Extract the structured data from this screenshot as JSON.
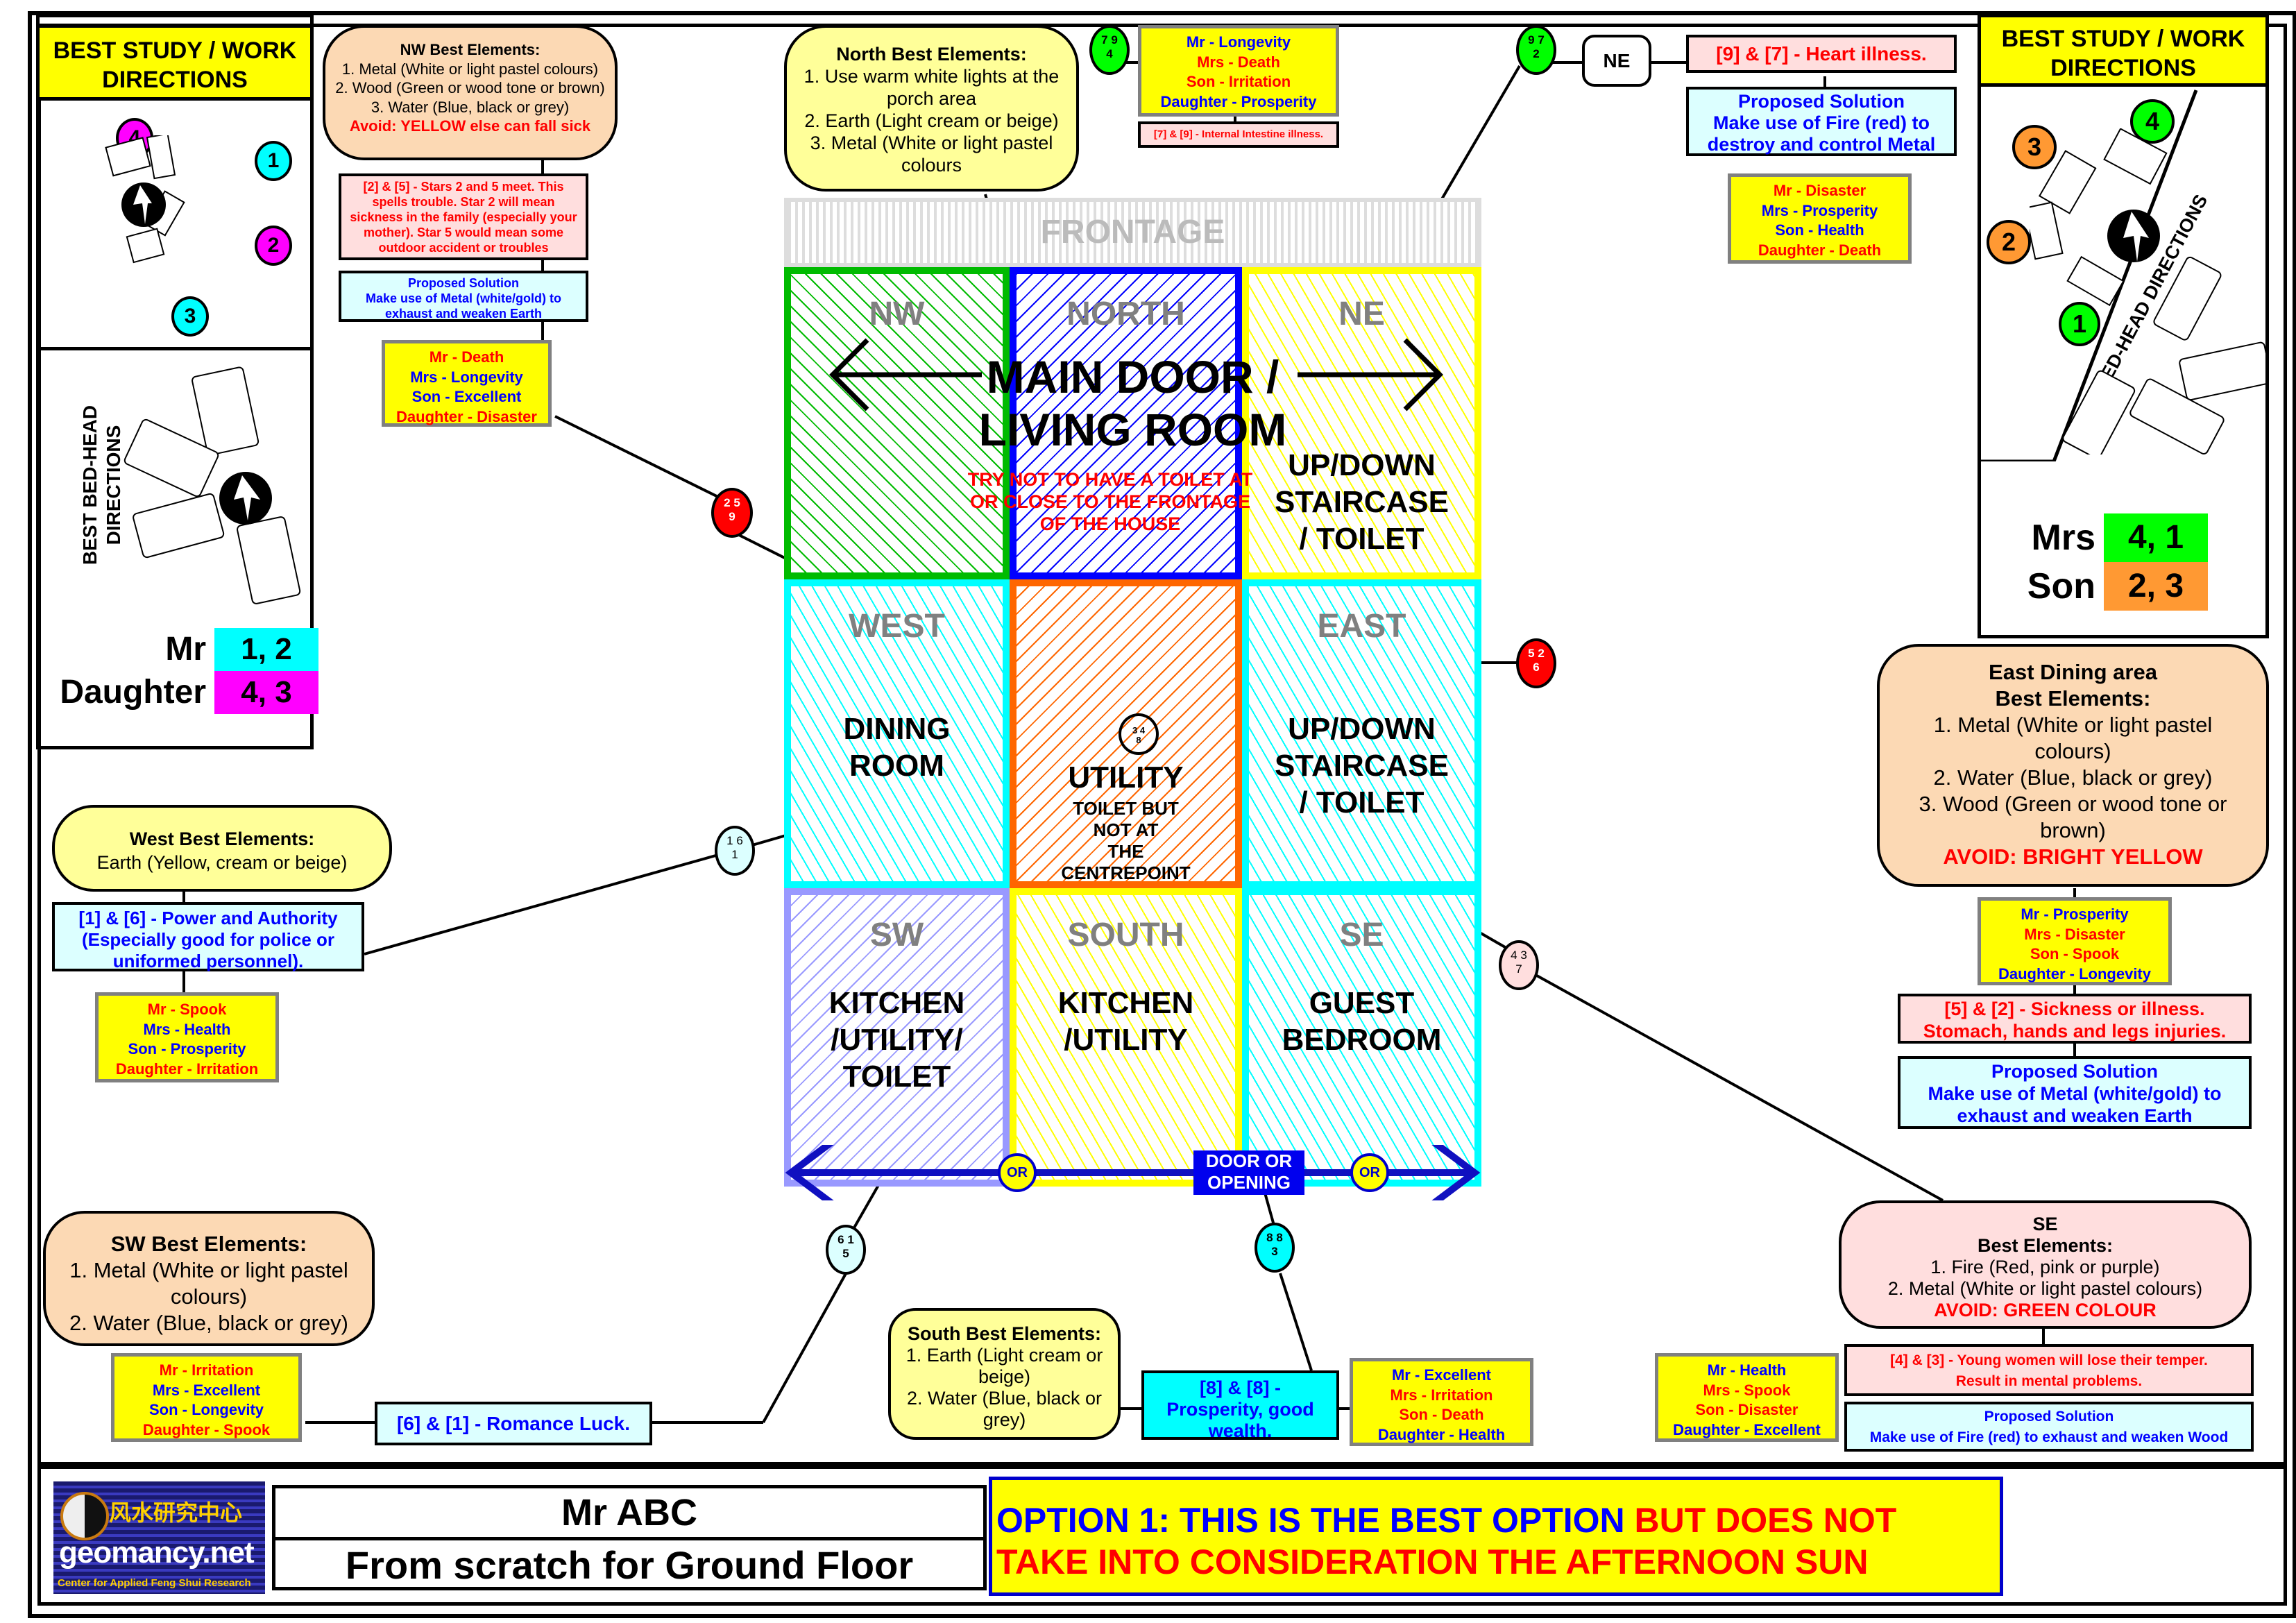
{
  "colors": {
    "nw": "#00bb00",
    "north": "#0000ff",
    "ne": "#ffff00",
    "west": "#00ffff",
    "centre": "#ff6600",
    "east": "#00ffff",
    "sw": "#9999ff",
    "south": "#ffff00",
    "se": "#00ffff",
    "good": "#0000ff",
    "bad": "#ff0000"
  },
  "frontage": "FRONTAGE",
  "grid": {
    "nw": {
      "label": "NW",
      "room": ""
    },
    "north": {
      "label": "NORTH",
      "room": ""
    },
    "ne": {
      "label": "NE",
      "room": "UP/DOWN\nSTAIRCASE\n/ TOILET"
    },
    "west": {
      "label": "WEST",
      "room": "DINING\nROOM"
    },
    "centre": {
      "label": "",
      "room": "UTILITY",
      "sub": "TOILET BUT\nNOT AT\nTHE\nCENTREPOINT"
    },
    "east": {
      "label": "EAST",
      "room": "UP/DOWN\nSTAIRCASE\n/ TOILET"
    },
    "sw": {
      "label": "SW",
      "room": "KITCHEN\n/UTILITY/\nTOILET"
    },
    "south": {
      "label": "SOUTH",
      "room": "KITCHEN\n/UTILITY"
    },
    "se": {
      "label": "SE",
      "room": "GUEST\nBEDROOM"
    }
  },
  "main_door": {
    "title": "MAIN DOOR /\nLIVING ROOM",
    "warning": "TRY NOT TO HAVE A TOILET AT\nOR CLOSE TO THE FRONTAGE\nOF THE HOUSE"
  },
  "door_bar": {
    "or_left": "OR",
    "door_label": "DOOR OR\nOPENING",
    "or_right": "OR"
  },
  "stars": {
    "north": {
      "a": "7",
      "b": "9",
      "c": "4"
    },
    "ne": {
      "a": "9",
      "b": "7",
      "c": "2"
    },
    "nw": {
      "a": "2",
      "b": "5",
      "c": "9"
    },
    "east": {
      "a": "5",
      "b": "2",
      "c": "6"
    },
    "west": {
      "a": "1",
      "b": "6",
      "c": "1"
    },
    "se": {
      "a": "4",
      "b": "3",
      "c": "7"
    },
    "sw": {
      "a": "6",
      "b": "1",
      "c": "5"
    },
    "south": {
      "a": "8",
      "b": "8",
      "c": "3"
    },
    "centre": {
      "a": "3",
      "b": "4",
      "c": "8"
    }
  },
  "ne_tag": "NE",
  "left_panel": {
    "study_title": "BEST STUDY / WORK\nDIRECTIONS",
    "study_numbers": [
      "4",
      "1",
      "2",
      "3"
    ],
    "bed_title": "BEST BED-HEAD\nDIRECTIONS",
    "people": [
      {
        "name": "Mr",
        "value": "1, 2",
        "color": "#00ffff"
      },
      {
        "name": "Daughter",
        "value": "4, 3",
        "color": "#ff00ff"
      }
    ]
  },
  "right_panel": {
    "study_title": "BEST STUDY / WORK\nDIRECTIONS",
    "study_numbers": [
      "3",
      "4",
      "2",
      "1"
    ],
    "bed_title": "BEST BED-HEAD DIRECTIONS",
    "people": [
      {
        "name": "Mrs",
        "value": "4, 1",
        "color": "#00ff00"
      },
      {
        "name": "Son",
        "value": "2, 3",
        "color": "#ff9933"
      }
    ]
  },
  "sectors": {
    "nw": {
      "elements_title": "NW Best Elements:",
      "elements": [
        "1. Metal (White or light pastel colours)",
        "2. Wood (Green or wood tone or brown)",
        "3. Water (Blue, black or grey)"
      ],
      "avoid": "Avoid: YELLOW else can fall sick",
      "star_note": "[2] & [5] - Stars 2 and 5 meet. This spells trouble. Star 2 will mean sickness in the family (especially your mother). Star 5 would mean some outdoor accident or troubles",
      "solution": "Proposed Solution\nMake use of Metal (white/gold) to\nexhaust and weaken Earth",
      "luck": [
        {
          "t": "Mr -  Death",
          "bad": true
        },
        {
          "t": "Mrs -  Longevity",
          "bad": false
        },
        {
          "t": "Son -  Excellent",
          "bad": false
        },
        {
          "t": "Daughter -  Disaster",
          "bad": true
        }
      ]
    },
    "north": {
      "elements_title": "North Best Elements:",
      "elements": [
        "1. Use warm white lights at the porch area",
        "2. Earth (Light cream or beige)",
        "3. Metal (White or light pastel colours"
      ],
      "star_note": "[7] & [9] - Internal Intestine illness.",
      "luck": [
        {
          "t": "Mr -  Longevity",
          "bad": false
        },
        {
          "t": "Mrs -  Death",
          "bad": true
        },
        {
          "t": "Son -  Irritation",
          "bad": true
        },
        {
          "t": "Daughter -  Prosperity",
          "bad": false
        }
      ]
    },
    "ne": {
      "star_note": "[9] & [7] - Heart illness.",
      "solution": "Proposed Solution\nMake use of Fire (red) to\ndestroy and control Metal",
      "luck": [
        {
          "t": "Mr -  Disaster",
          "bad": true
        },
        {
          "t": "Mrs -  Prosperity",
          "bad": false
        },
        {
          "t": "Son -  Health",
          "bad": false
        },
        {
          "t": "Daughter -  Death",
          "bad": true
        }
      ]
    },
    "west": {
      "elements_title": "West Best Elements:",
      "elements": [
        "Earth (Yellow, cream or beige)"
      ],
      "star_note": "[1] & [6] - Power and Authority (Especially good for police or uniformed personnel).",
      "luck": [
        {
          "t": "Mr -  Spook",
          "bad": true
        },
        {
          "t": "Mrs -  Health",
          "bad": false
        },
        {
          "t": "Son -  Prosperity",
          "bad": false
        },
        {
          "t": "Daughter -  Irritation",
          "bad": true
        }
      ]
    },
    "east": {
      "elements_title": "East Dining area\nBest Elements:",
      "elements": [
        "1. Metal (White or light pastel colours)",
        "2. Water (Blue, black or grey)",
        "3. Wood (Green or wood tone or brown)"
      ],
      "avoid": "AVOID: BRIGHT YELLOW",
      "star_note": "[5] & [2] - Sickness or illness.\nStomach, hands and legs injuries.",
      "solution": "Proposed Solution\nMake use of Metal (white/gold) to\nexhaust and weaken Earth",
      "luck": [
        {
          "t": "Mr -  Prosperity",
          "bad": false
        },
        {
          "t": "Mrs -  Disaster",
          "bad": true
        },
        {
          "t": "Son -  Spook",
          "bad": true
        },
        {
          "t": "Daughter -  Longevity",
          "bad": false
        }
      ]
    },
    "sw": {
      "elements_title": "SW Best Elements:",
      "elements": [
        "1. Metal (White or light pastel colours)",
        "2. Water (Blue, black or grey)"
      ],
      "star_note": "[6] & [1] - Romance Luck.",
      "luck": [
        {
          "t": "Mr -  Irritation",
          "bad": true
        },
        {
          "t": "Mrs -  Excellent",
          "bad": false
        },
        {
          "t": "Son -  Longevity",
          "bad": false
        },
        {
          "t": "Daughter -  Spook",
          "bad": true
        }
      ]
    },
    "south": {
      "elements_title": "South Best Elements:",
      "elements": [
        "1. Earth (Light cream or beige)",
        "2. Water (Blue, black or grey)"
      ],
      "star_note": "[8] & [8] - Prosperity, good wealth.",
      "luck": [
        {
          "t": "Mr -  Excellent",
          "bad": false
        },
        {
          "t": "Mrs -  Irritation",
          "bad": true
        },
        {
          "t": "Son -  Death",
          "bad": true
        },
        {
          "t": "Daughter -  Health",
          "bad": false
        }
      ]
    },
    "se": {
      "elements_title": "SE\nBest Elements:",
      "elements": [
        "1. Fire (Red, pink or purple)",
        "2. Metal (White or light pastel colours)"
      ],
      "avoid": "AVOID: GREEN COLOUR",
      "star_note": "[4] & [3] - Young women will lose their temper.\nResult in mental problems.",
      "solution": "Proposed Solution\nMake use of Fire (red) to exhaust and weaken Wood",
      "luck": [
        {
          "t": "Mr -  Health",
          "bad": false
        },
        {
          "t": "Mrs -  Spook",
          "bad": true
        },
        {
          "t": "Son -  Disaster",
          "bad": true
        },
        {
          "t": "Daughter -  Excellent",
          "bad": false
        }
      ]
    }
  },
  "footer": {
    "logo_chinese": "风水研究中心",
    "logo_site": "geomancy.net",
    "logo_tagline": "Center for Applied Feng Shui Research",
    "client": "Mr ABC",
    "subtitle": "From scratch for Ground Floor",
    "option_blue": "OPTION 1: THIS IS THE BEST OPTION ",
    "option_red": "BUT DOES NOT TAKE INTO CONSIDERATION THE AFTERNOON SUN"
  }
}
